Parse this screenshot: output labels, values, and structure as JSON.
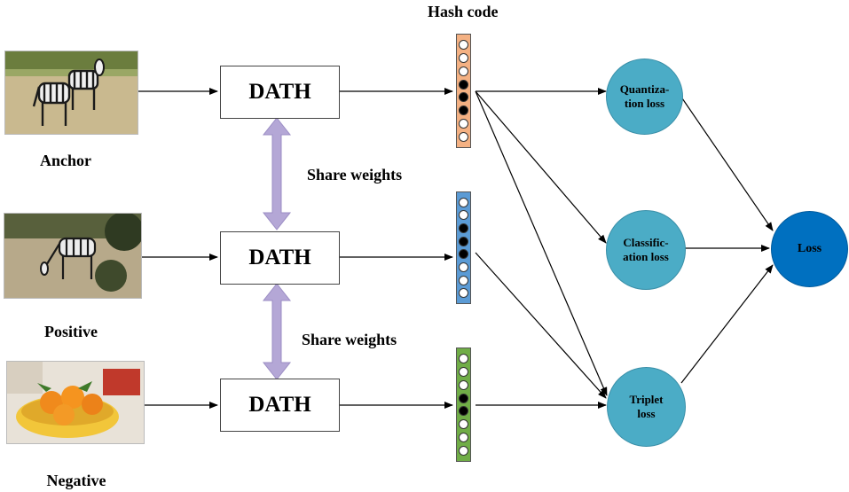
{
  "hash_title": "Hash code",
  "share_label": "Share weights",
  "colors": {
    "hash_anchor": "#f4b183",
    "hash_positive": "#5b9bd5",
    "hash_negative": "#70ad47",
    "loss_node": "#4bacc6",
    "total_loss": "#0070c0",
    "share_arrow": "#b4a7d6"
  },
  "branches": [
    {
      "caption": "Anchor",
      "network": "DATH",
      "bits": [
        0,
        0,
        0,
        1,
        1,
        1,
        0,
        0
      ],
      "image": "zebra-pair"
    },
    {
      "caption": "Positive",
      "network": "DATH",
      "bits": [
        0,
        0,
        1,
        1,
        1,
        0,
        0,
        0
      ],
      "image": "zebra-grazing"
    },
    {
      "caption": "Negative",
      "network": "DATH",
      "bits": [
        0,
        0,
        0,
        1,
        1,
        0,
        0,
        0
      ],
      "image": "orange-bowl"
    }
  ],
  "losses": {
    "quantization": [
      "Quantiza-",
      "tion loss"
    ],
    "classification": [
      "Classific-",
      "ation loss"
    ],
    "triplet": [
      "Triplet",
      "loss"
    ],
    "total": "Loss"
  }
}
